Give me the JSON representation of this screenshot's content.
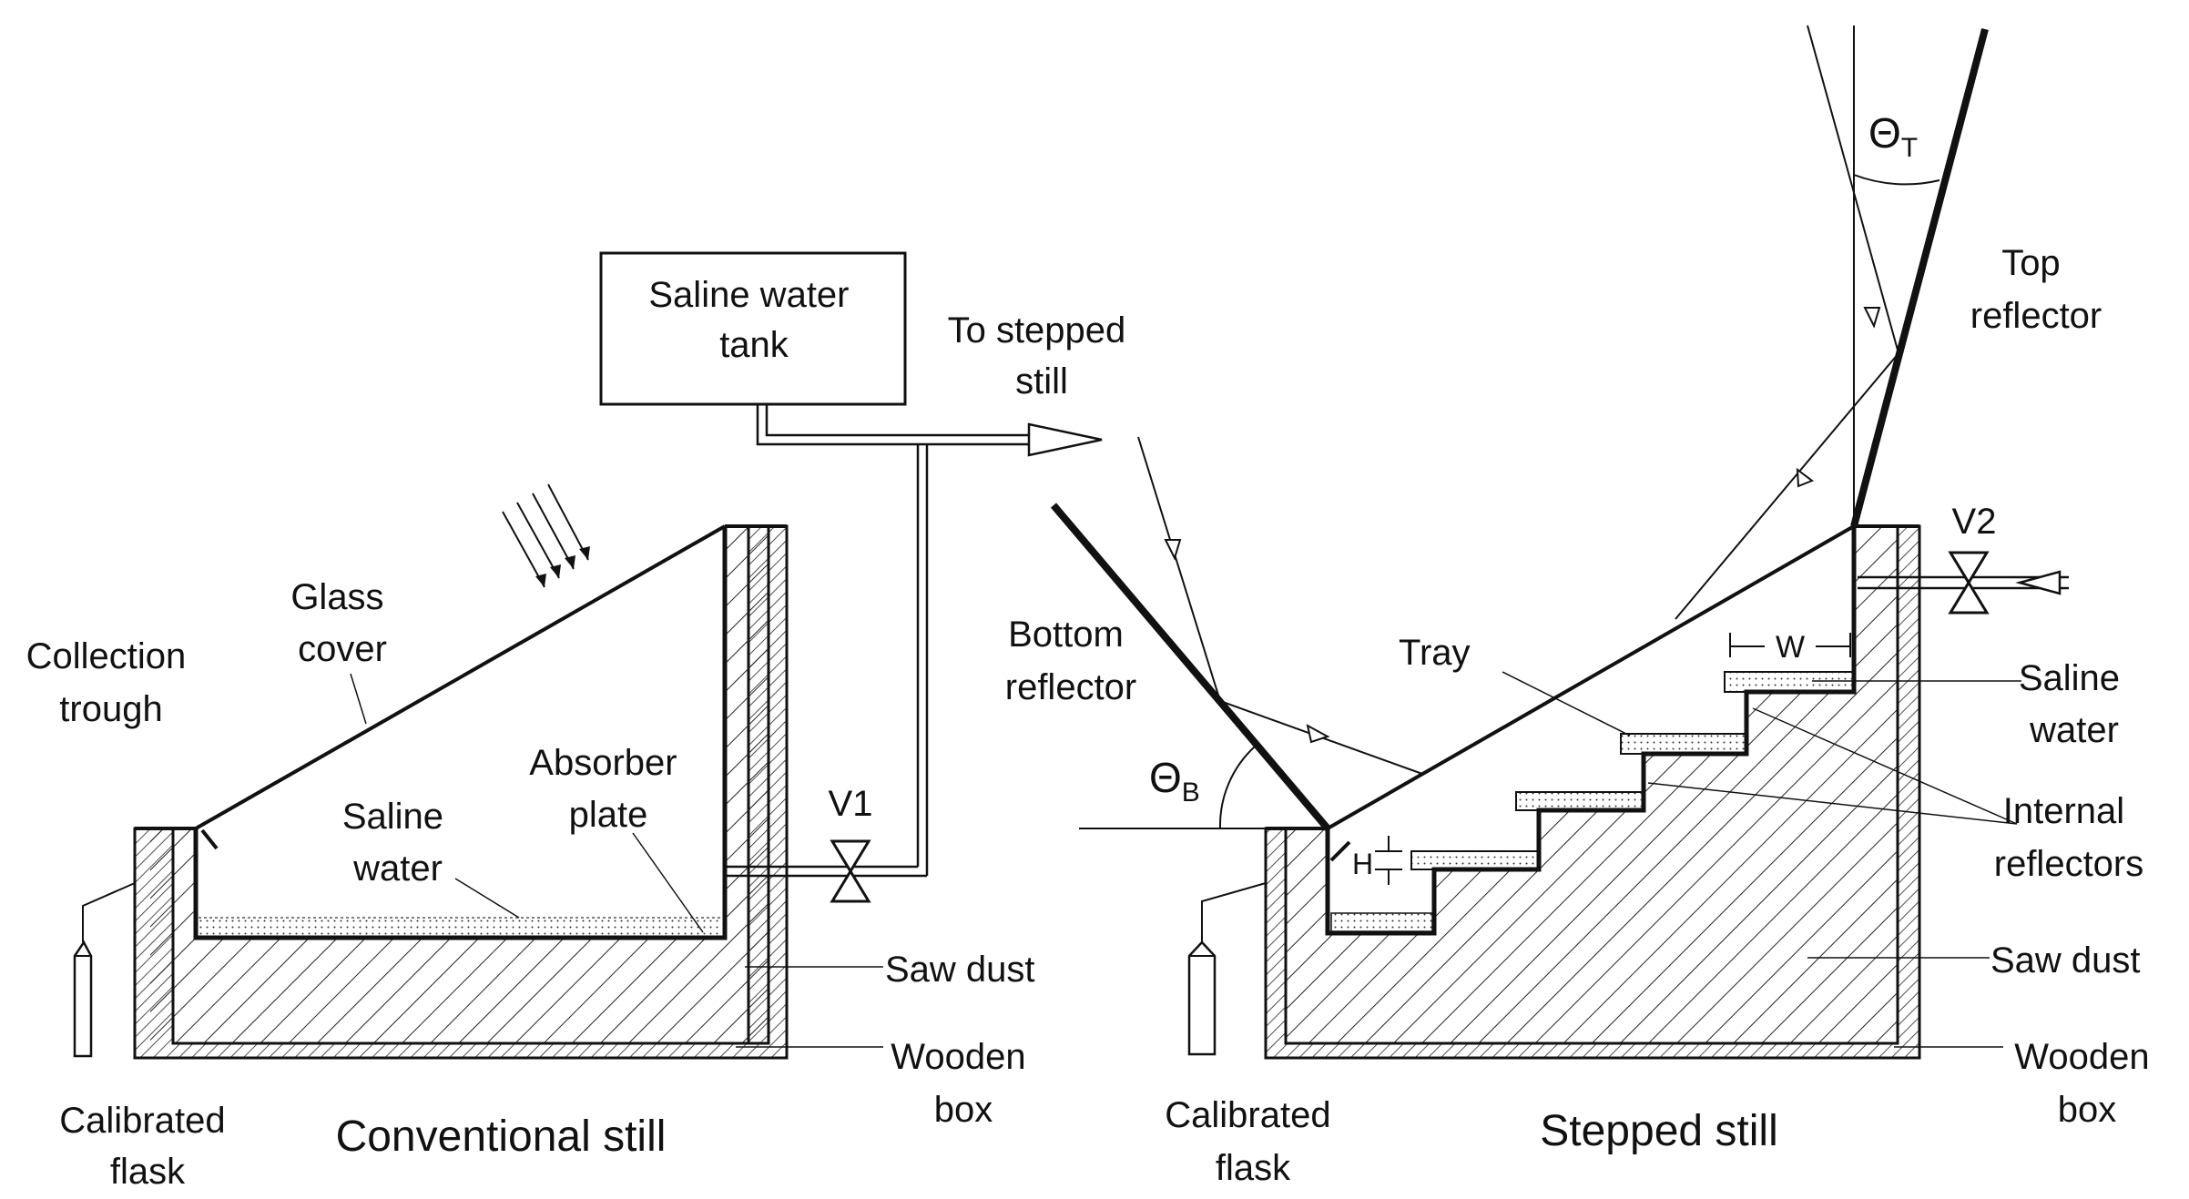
{
  "labels": {
    "saline_tank_1": "Saline water",
    "saline_tank_2": "tank",
    "to_stepped_1": "To stepped",
    "to_stepped_2": "still",
    "collection_1": "Collection",
    "collection_2": "trough",
    "glass_1": "Glass",
    "glass_2": "cover",
    "saline_left_1": "Saline",
    "saline_left_2": "water",
    "absorber_1": "Absorber",
    "absorber_2": "plate",
    "v1": "V1",
    "v2": "V2",
    "sawdust_left": "Saw dust",
    "wooden_left_1": "Wooden",
    "wooden_left_2": "box",
    "calib_left_1": "Calibrated",
    "calib_left_2": "flask",
    "conventional_title": "Conventional still",
    "bottom_refl_1": "Bottom",
    "bottom_refl_2": "reflector",
    "theta_b": "Θ",
    "theta_b_sub": "B",
    "theta_t": "Θ",
    "theta_t_sub": "T",
    "top_refl_1": "Top",
    "top_refl_2": "reflector",
    "tray": "Tray",
    "w": "W",
    "h": "H",
    "saline_right_1": "Saline",
    "saline_right_2": "water",
    "internal_1": "Internal",
    "internal_2": "reflectors",
    "sawdust_right": "Saw dust",
    "wooden_right_1": "Wooden",
    "wooden_right_2": "box",
    "calib_right_1": "Calibrated",
    "calib_right_2": "flask",
    "stepped_title": "Stepped still"
  }
}
